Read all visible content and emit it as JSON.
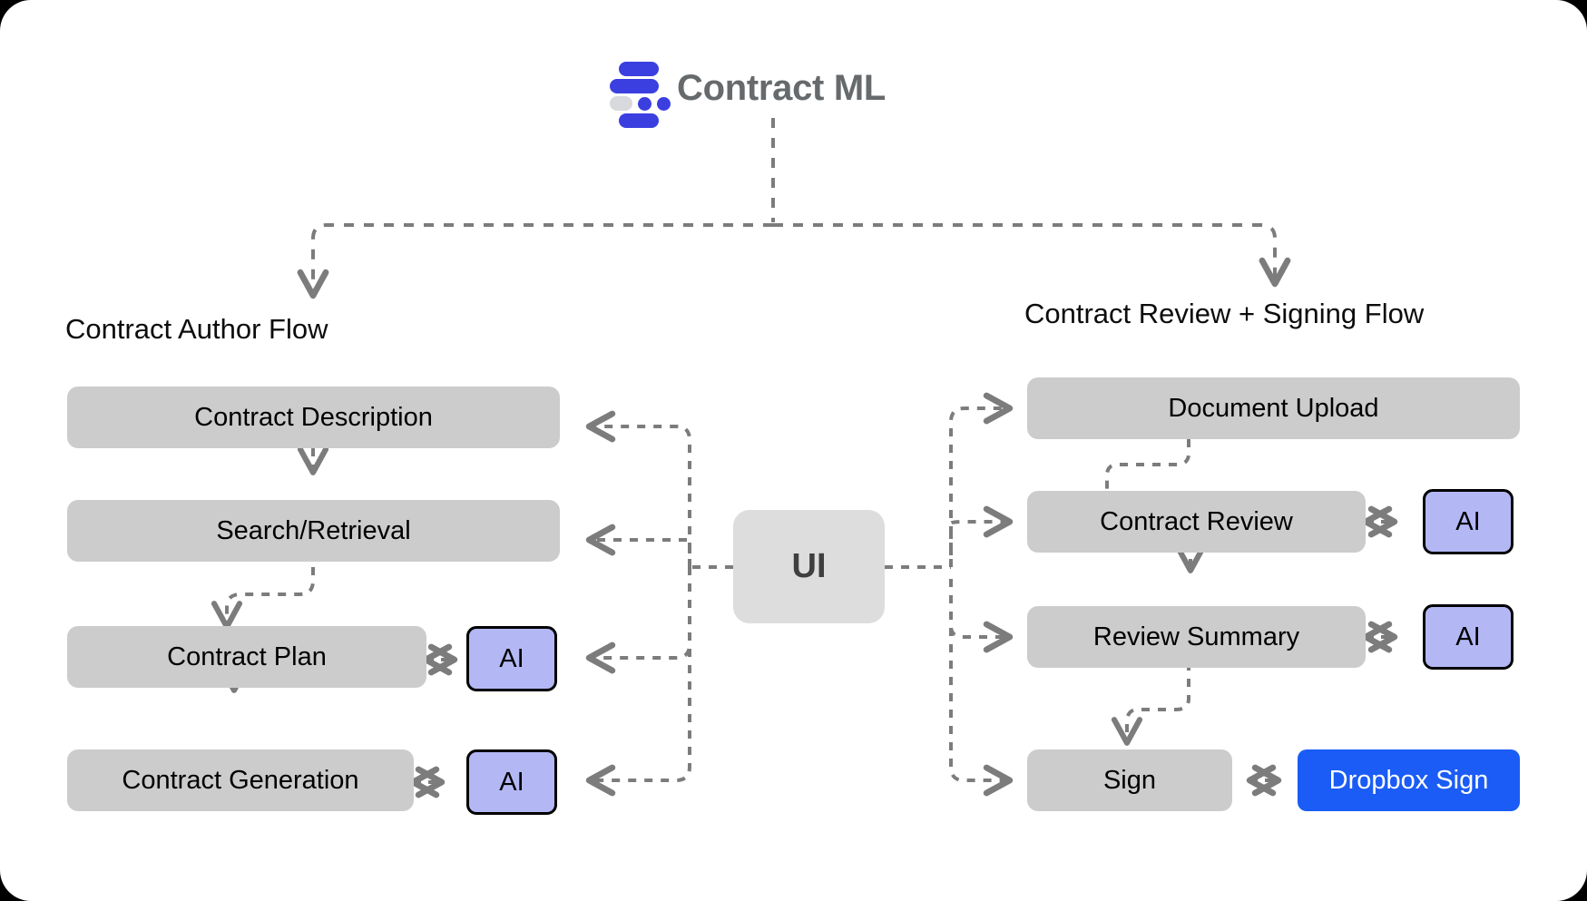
{
  "header": {
    "title": "Contract ML",
    "logo_icon": "contract-ml-logo-icon"
  },
  "sections": {
    "left": {
      "title": "Contract Author Flow"
    },
    "right": {
      "title": "Contract Review + Signing Flow"
    }
  },
  "center": {
    "label": "UI"
  },
  "left_flow": {
    "steps": [
      {
        "label": "Contract Description"
      },
      {
        "label": "Search/Retrieval"
      },
      {
        "label": "Contract Plan",
        "side": "AI"
      },
      {
        "label": "Contract Generation",
        "side": "AI"
      }
    ]
  },
  "right_flow": {
    "steps": [
      {
        "label": "Document Upload"
      },
      {
        "label": "Contract Review",
        "side": "AI"
      },
      {
        "label": "Review Summary",
        "side": "AI"
      },
      {
        "label": "Sign",
        "side": "Dropbox Sign"
      }
    ]
  },
  "colors": {
    "brand_blue": "#3b3fe0",
    "node_grey": "#cccccc",
    "ui_grey": "#dddddd",
    "ai_lavender": "#b3b8f5",
    "dropbox_blue": "#1a5cf5",
    "connector_grey": "#7c7c7c",
    "title_grey": "#666a6c",
    "canvas": "#ffffff"
  },
  "chart_data": {
    "type": "diagram",
    "title": "Contract ML",
    "nodes": [
      {
        "id": "root",
        "label": "Contract ML",
        "kind": "brand"
      },
      {
        "id": "lt",
        "label": "Contract Author Flow",
        "kind": "section-title"
      },
      {
        "id": "rt",
        "label": "Contract Review + Signing Flow",
        "kind": "section-title"
      },
      {
        "id": "ui",
        "label": "UI",
        "kind": "hub"
      },
      {
        "id": "l1",
        "label": "Contract Description",
        "kind": "step"
      },
      {
        "id": "l2",
        "label": "Search/Retrieval",
        "kind": "step"
      },
      {
        "id": "l3",
        "label": "Contract Plan",
        "kind": "step"
      },
      {
        "id": "l4",
        "label": "Contract Generation",
        "kind": "step"
      },
      {
        "id": "l3ai",
        "label": "AI",
        "kind": "ai"
      },
      {
        "id": "l4ai",
        "label": "AI",
        "kind": "ai"
      },
      {
        "id": "r1",
        "label": "Document Upload",
        "kind": "step"
      },
      {
        "id": "r2",
        "label": "Contract Review",
        "kind": "step"
      },
      {
        "id": "r3",
        "label": "Review Summary",
        "kind": "step"
      },
      {
        "id": "r4",
        "label": "Sign",
        "kind": "step"
      },
      {
        "id": "r2ai",
        "label": "AI",
        "kind": "ai"
      },
      {
        "id": "r3ai",
        "label": "AI",
        "kind": "ai"
      },
      {
        "id": "dbx",
        "label": "Dropbox Sign",
        "kind": "vendor"
      }
    ],
    "edges": [
      {
        "from": "root",
        "to": "lt",
        "style": "dashed",
        "arrow": "to"
      },
      {
        "from": "root",
        "to": "rt",
        "style": "dashed",
        "arrow": "to"
      },
      {
        "from": "l1",
        "to": "l2",
        "style": "dashed",
        "arrow": "to"
      },
      {
        "from": "l2",
        "to": "l3",
        "style": "dashed",
        "arrow": "to"
      },
      {
        "from": "l3",
        "to": "l4",
        "style": "dashed",
        "arrow": "to"
      },
      {
        "from": "l3",
        "to": "l3ai",
        "style": "dashed",
        "arrow": "both"
      },
      {
        "from": "l4",
        "to": "l4ai",
        "style": "dashed",
        "arrow": "both"
      },
      {
        "from": "ui",
        "to": "l1",
        "style": "dashed",
        "arrow": "to"
      },
      {
        "from": "ui",
        "to": "l2",
        "style": "dashed",
        "arrow": "to"
      },
      {
        "from": "ui",
        "to": "l3ai",
        "style": "dashed",
        "arrow": "to"
      },
      {
        "from": "ui",
        "to": "l4ai",
        "style": "dashed",
        "arrow": "to"
      },
      {
        "from": "ui",
        "to": "r1",
        "style": "dashed",
        "arrow": "to"
      },
      {
        "from": "ui",
        "to": "r2",
        "style": "dashed",
        "arrow": "to"
      },
      {
        "from": "ui",
        "to": "r3",
        "style": "dashed",
        "arrow": "to"
      },
      {
        "from": "ui",
        "to": "r4",
        "style": "dashed",
        "arrow": "to"
      },
      {
        "from": "r1",
        "to": "r2",
        "style": "dashed",
        "arrow": "to"
      },
      {
        "from": "r2",
        "to": "r3",
        "style": "dashed",
        "arrow": "to"
      },
      {
        "from": "r3",
        "to": "r4",
        "style": "dashed",
        "arrow": "to"
      },
      {
        "from": "r2",
        "to": "r2ai",
        "style": "dashed",
        "arrow": "both"
      },
      {
        "from": "r3",
        "to": "r3ai",
        "style": "dashed",
        "arrow": "both"
      },
      {
        "from": "r4",
        "to": "dbx",
        "style": "dashed",
        "arrow": "both"
      }
    ]
  }
}
